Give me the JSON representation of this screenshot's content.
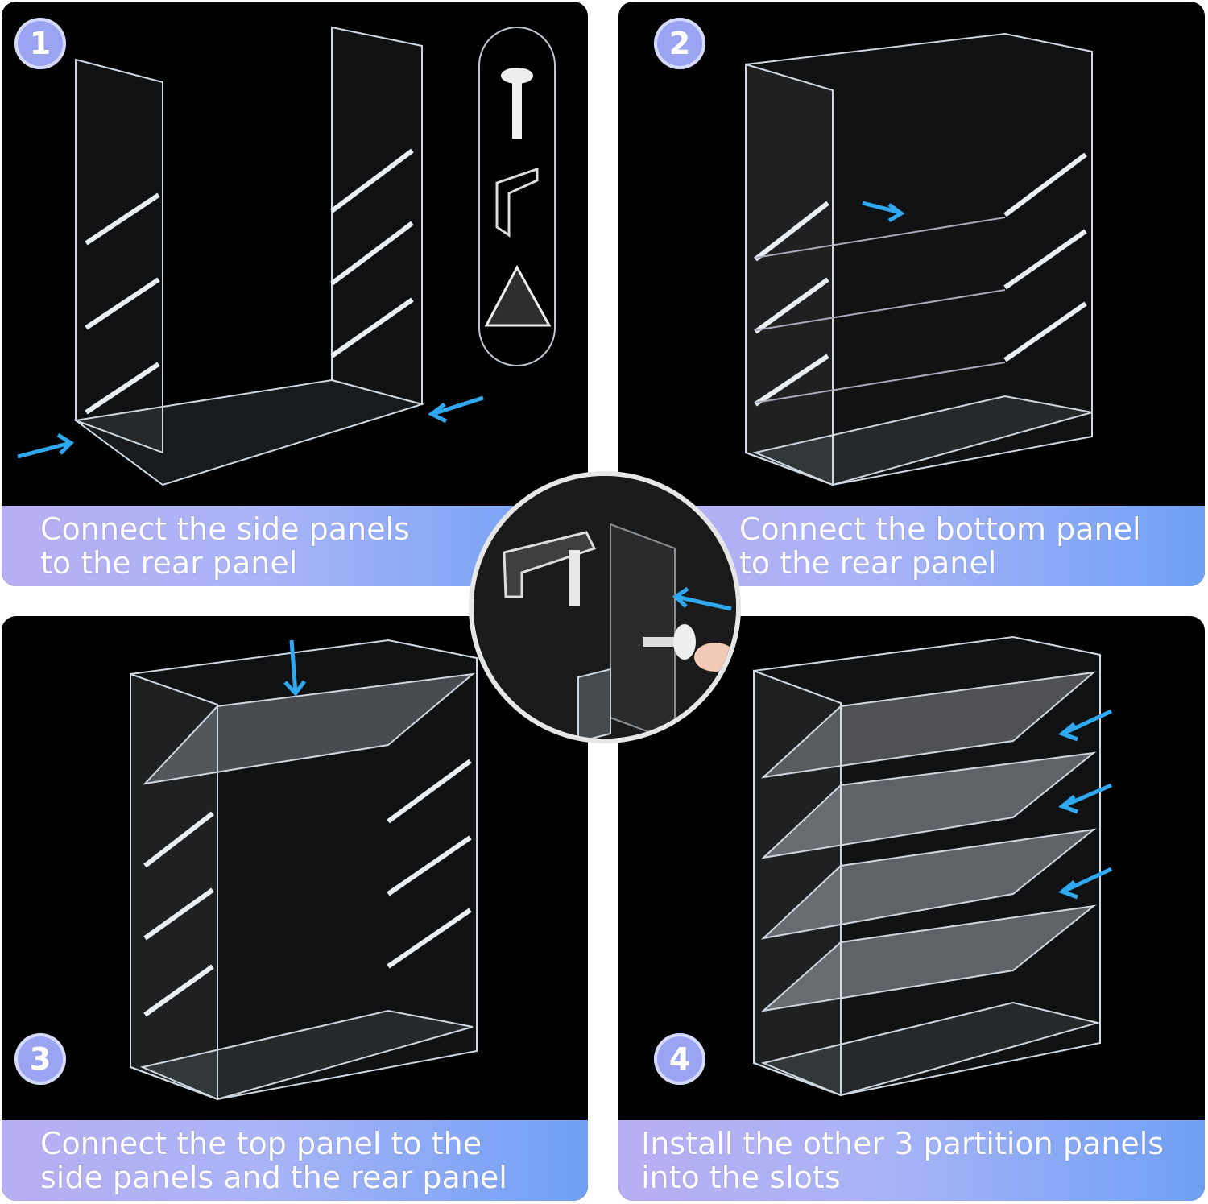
{
  "steps": [
    {
      "number": "1",
      "caption_line1": "Connect the side panels",
      "caption_line2": "to the rear panel"
    },
    {
      "number": "2",
      "caption_line1": "Connect the bottom panel",
      "caption_line2": "to the rear panel"
    },
    {
      "number": "3",
      "caption_line1": "Connect the top panel to the",
      "caption_line2": "side panels and the rear panel"
    },
    {
      "number": "4",
      "caption_line1": "Install the other 3 partition panels",
      "caption_line2": "into the slots"
    }
  ],
  "colors": {
    "badge": "#9aa4f3",
    "arrow": "#2fa8f0",
    "caption_gradient_start": "#b9aef3",
    "caption_gradient_end": "#6fa0f4"
  },
  "parts_icons": [
    "push-pin-icon",
    "l-bracket-icon",
    "triangle-connector-icon"
  ]
}
